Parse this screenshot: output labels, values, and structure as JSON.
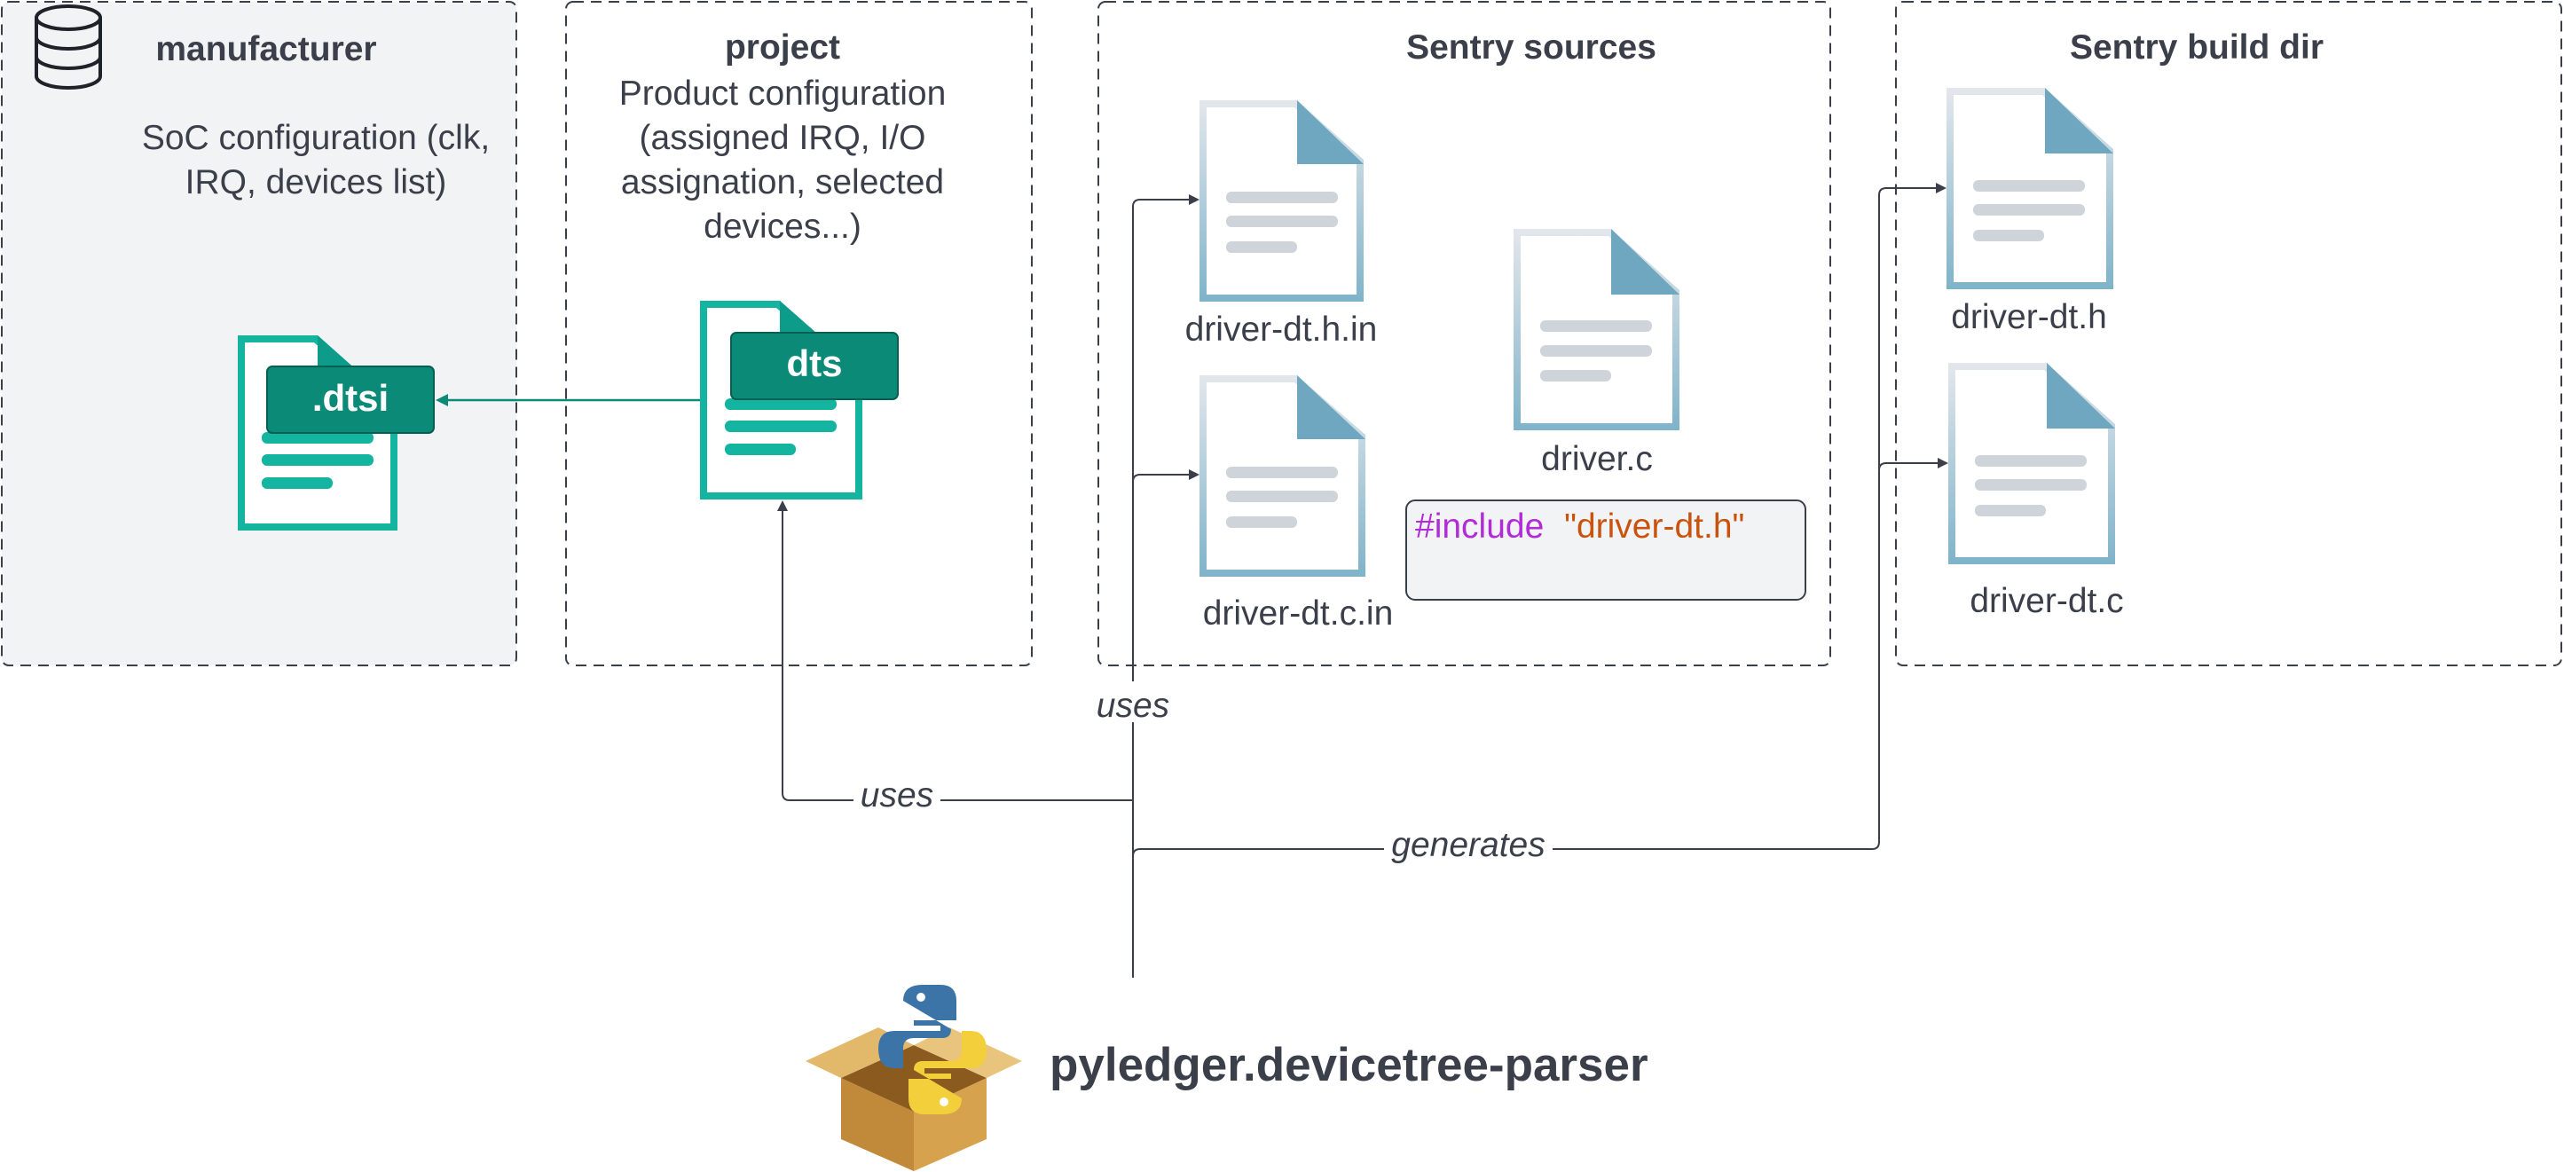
{
  "manufacturer": {
    "title": "manufacturer",
    "desc_lines": [
      "SoC configuration (clk,",
      "IRQ, devices list)"
    ],
    "file_label": ".dtsi",
    "icon": "database-icon"
  },
  "project": {
    "title": "project",
    "desc_lines": [
      "Product configuration",
      "(assigned IRQ, I/O",
      "assignation, selected",
      "devices...)"
    ],
    "file_label": "dts"
  },
  "sentry_sources": {
    "title": "Sentry sources",
    "files": [
      "driver-dt.h.in",
      "driver-dt.c.in",
      "driver.c"
    ],
    "code": {
      "keyword": "#include",
      "string": "\"driver-dt.h\""
    }
  },
  "sentry_build": {
    "title": "Sentry build dir",
    "files": [
      "driver-dt.h",
      "driver-dt.c"
    ]
  },
  "edges": {
    "uses_top": "uses",
    "uses_left": "uses",
    "generates": "generates"
  },
  "tool": {
    "name": "pyledger.devicetree-parser",
    "icon": "python-package-icon"
  },
  "colors": {
    "teal": "#14b5a0",
    "teal_dark": "#0b8a78",
    "doc_blue": "#7fb3c9",
    "group_bg": "#f2f3f5",
    "line": "#3a3f4a"
  }
}
